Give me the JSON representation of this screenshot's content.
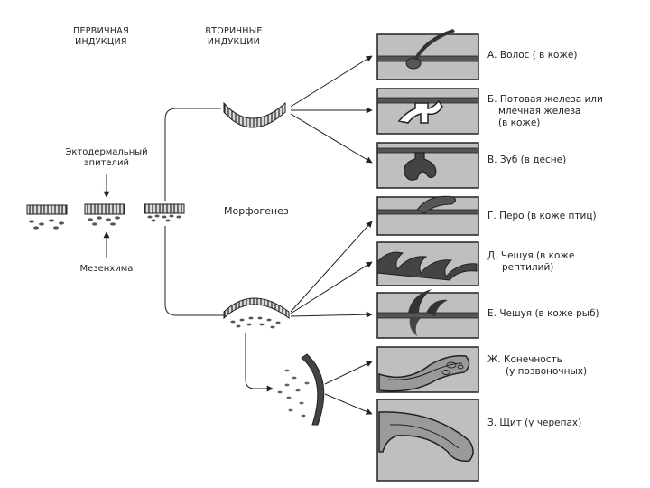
{
  "headers": {
    "primary_line1": "Первичная",
    "primary_line2": "индукция",
    "secondary_line1": "Вторичные",
    "secondary_line2": "индукции"
  },
  "labels": {
    "ectoderm_line1": "Эктодермальный",
    "ectoderm_line2": "эпителий",
    "mesenchyme": "Мезенхима",
    "morphogenesis": "Морфогенез"
  },
  "outcomes": [
    {
      "letter": "А.",
      "line1": "Волос ( в коже)",
      "line2": "",
      "line3": ""
    },
    {
      "letter": "Б.",
      "line1": "Потовая железа или",
      "line2": "млечная железа",
      "line3": "(в коже)"
    },
    {
      "letter": "В.",
      "line1": "Зуб (в десне)",
      "line2": "",
      "line3": ""
    },
    {
      "letter": "Г.",
      "line1": "Перо (в коже птиц)",
      "line2": "",
      "line3": ""
    },
    {
      "letter": "Д.",
      "line1": "Чешуя (в коже",
      "line2": "рептилий)",
      "line3": ""
    },
    {
      "letter": "Е.",
      "line1": "Чешуя (в коже рыб)",
      "line2": "",
      "line3": ""
    },
    {
      "letter": "Ж.",
      "line1": "Конечность",
      "line2": "(у позвоночных)",
      "line3": ""
    },
    {
      "letter": "З.",
      "line1": "Щит (у черепах)",
      "line2": "",
      "line3": ""
    }
  ],
  "colors": {
    "ink": "#222222",
    "tissue_fill": "#bfbfbf",
    "dark_fill": "#555555"
  }
}
